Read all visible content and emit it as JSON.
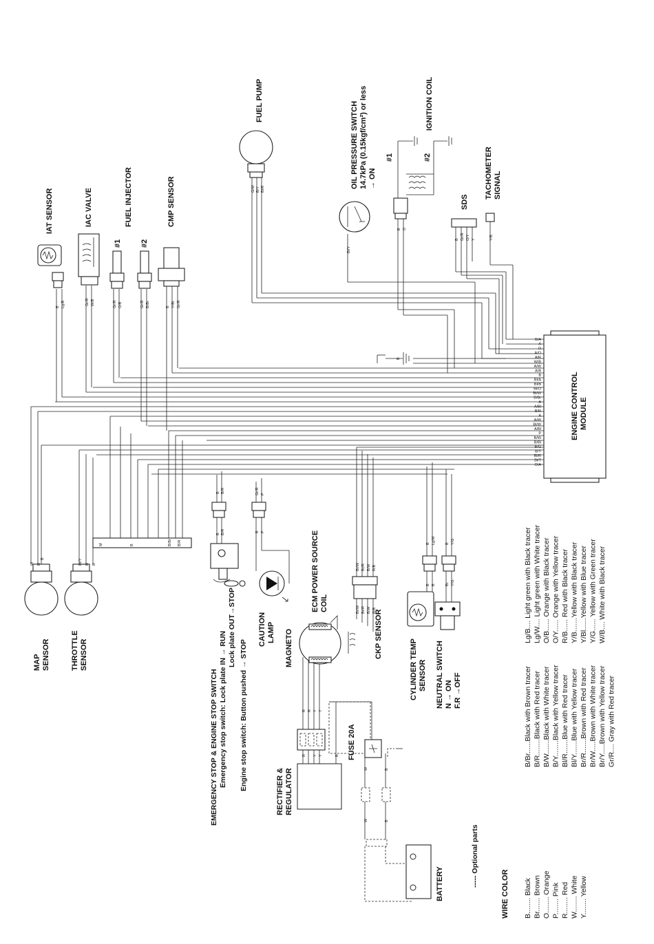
{
  "components": {
    "fuel_pump": "FUEL PUMP",
    "oil_pressure_switch": [
      "OIL PRESSURE SWITCH",
      "14.7kPa (0.15kgf/cm²) or less",
      "→ ON"
    ],
    "ignition_coil": "IGNITION COIL",
    "coil_1": "#1",
    "coil_2": "#2",
    "tachometer": [
      "TACHOMETER",
      "SIGNAL"
    ],
    "sds": "SDS",
    "iat_sensor": "IAT SENSOR",
    "iac_valve": "IAC VALVE",
    "fuel_injector": "FUEL INJECTOR",
    "injector_1": "#1",
    "injector_2": "#2",
    "cmp_sensor": "CMP SENSOR",
    "ecm": [
      "ENGINE CONTROL",
      "MODULE"
    ],
    "map_sensor": [
      "MAP",
      "SENSOR"
    ],
    "throttle_sensor": [
      "THROTTLE",
      "SENSOR"
    ],
    "stop_switch": [
      "EMERGENCY STOP & ENGINE STOP SWITCH",
      "Emergency stop switch: Lock plate IN → RUN",
      "Lock plate OUT→STOP",
      "Engine stop switch: Button pushed → STOP"
    ],
    "caution_lamp": [
      "CAUTION",
      "LAMP"
    ],
    "magneto": "MAGNETO",
    "ecm_power_coil": [
      "ECM POWER SOURCE",
      "COIL"
    ],
    "ckp_sensor": "CKP SENSOR",
    "cylinder_temp": [
      "CYLINDER TEMP",
      "SENSOR"
    ],
    "neutral_switch": [
      "NEUTRAL SWITCH",
      "N → ON",
      "F.R →OFF"
    ],
    "fuse": "FUSE 20A",
    "rectifier": [
      "RECTIFIER &",
      "REGULATOR"
    ],
    "battery": "BATTERY",
    "optional": "----- Optional parts"
  },
  "legend": {
    "title": "WIRE COLOR",
    "basic": [
      "B........ Black",
      "Br....... Brown",
      "O........ Orange",
      "P........ Pink",
      "R........ Red",
      "W........ White",
      "Y........ Yellow"
    ],
    "tracers_1": [
      "B/Br......Black with Brown tracer",
      "B/R........Black with Red tracer",
      "B/W.......Black with White tracer",
      "B/Y........Black with Yellow tracer",
      "Bl/R.......Blue with Red tracer",
      "Bl/Y.......Blue with Yellow tracer",
      "Br/R.......Brown with Red tracer",
      "Br/W.....Brown with White tracer",
      "Br/Y.....Brown with Yellow tracer",
      "Gr/R.... Gray with Red tracer"
    ],
    "tracers_2": [
      "Lg/B.... Light green with Black tracer",
      "Lg/W.... Light green with White tracer",
      "O/B...... Orange with Black tracer",
      "O/Y...... Orange with Yellow tracer",
      "R/B...... Red with Black tracer",
      "Y/B.......Yellow with Black tracer",
      "Y/Bl......Yellow with Blue tracer",
      "Y/G...... Yellow with Green tracer",
      "W/B.... White with Black tracer"
    ]
  },
  "ecm_pins": [
    "B/A",
    "A",
    "O",
    "A/O",
    "A/R",
    "W/B",
    "A/W",
    "A/B",
    "B",
    "Bl/A",
    "Bl/B",
    "Bl/O",
    "Bl/W",
    "B/Br",
    "A",
    "A/Bl",
    "B/R",
    "A",
    "A/W",
    "Bl/W",
    "A/Bl",
    "P",
    "B/W",
    "B/Bl",
    "B/G",
    "B/Y",
    "Bl/R",
    "Bl/T",
    "O/A"
  ],
  "wire_labels": {
    "iat": [
      "B",
      "Lg/B"
    ],
    "iac": [
      "Gr/R",
      "W/B"
    ],
    "inj1": [
      "Gr/R",
      "O/B"
    ],
    "inj2": [
      "Gr/R",
      "B/Br"
    ],
    "cmp": [
      "B",
      "Y/Bl",
      "Gr/R"
    ],
    "fuel_pump": [
      "G/W",
      "B/Y",
      "Bl/R"
    ],
    "oil": "Bl/Y",
    "ign": [
      "B",
      "O"
    ],
    "sds": [
      "B",
      "Gr/R",
      "O/Y",
      "Y"
    ],
    "tach": "Y/B",
    "map": [
      "W",
      "R",
      "B"
    ],
    "throttle": [
      "Br/Y",
      "R",
      "B"
    ],
    "stop_top": [
      "B",
      "B/R"
    ],
    "stop_bottom": [
      "B",
      "B/R"
    ],
    "lamp_top": [
      "Gr/R",
      "P"
    ],
    "lamp_bottom": [
      "B",
      "P"
    ],
    "coil_top": [
      "Br/W",
      "Br/R",
      "B/W",
      "R/B"
    ],
    "coil_bottom": [
      "Br/W",
      "Br/R",
      "B/W",
      "R/B"
    ],
    "ct_top": [
      "B",
      "Lg/W"
    ],
    "ct_bottom": [
      "B",
      "B"
    ],
    "ns_top": [
      "B",
      "Y/G"
    ],
    "ns_bottom": [
      "Br",
      "Y/G"
    ],
    "gnd": "B",
    "joint": [
      "M",
      "B",
      "B/Br",
      "B/R"
    ],
    "mag": [
      "R",
      "R",
      "Y",
      "Y"
    ],
    "reg": [
      "R",
      "Y",
      "Y",
      "B"
    ],
    "fuse": [
      "W",
      "B"
    ],
    "bat": [
      "W",
      "B"
    ]
  }
}
